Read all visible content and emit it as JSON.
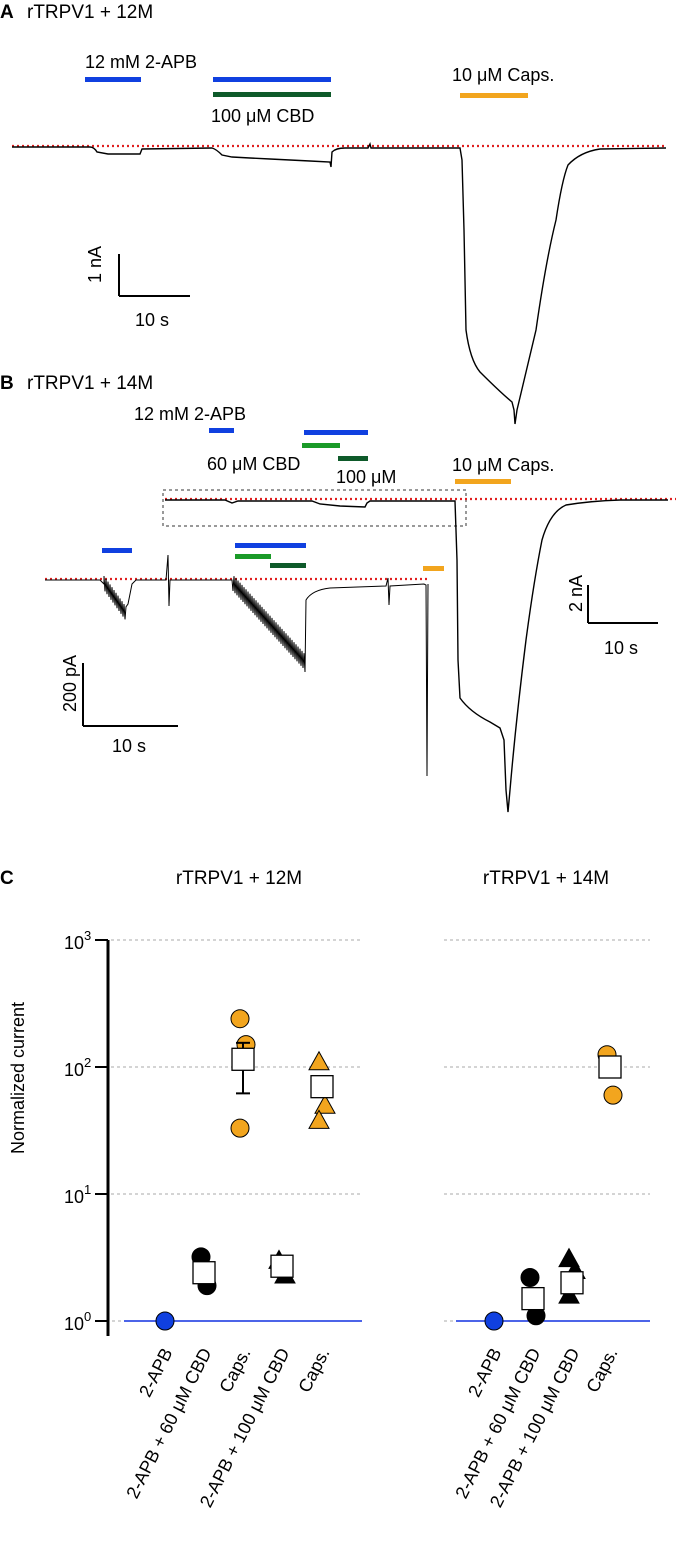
{
  "panel_a": {
    "letter": "A",
    "title": "rTRPV1 + 12M",
    "labels": {
      "apb": "12 mM 2-APB",
      "cbd": "100 μM CBD",
      "caps": "10 μM Caps."
    },
    "scale": {
      "y": "1 nA",
      "x": "10 s"
    }
  },
  "panel_b": {
    "letter": "B",
    "title": "rTRPV1 + 14M",
    "labels": {
      "apb": "12 mM 2-APB",
      "cbd60": "60 μM CBD",
      "cbd100": "100 μM",
      "caps": "10 μM Caps."
    },
    "scale_main": {
      "y": "2 nA",
      "x": "10 s"
    },
    "scale_inset": {
      "y": "200 pA",
      "x": "10 s"
    }
  },
  "colors": {
    "apb": "#1040e0",
    "cbd60": "#1a9a28",
    "cbd100": "#0e5a2a",
    "caps": "#f2a51e",
    "baseline": "#e02020",
    "line": "#1030e0"
  },
  "panel_c": {
    "letter": "C",
    "ylabel": "Normalized current",
    "yticks": [
      {
        "base": "10",
        "exp": "3"
      },
      {
        "base": "10",
        "exp": "2"
      },
      {
        "base": "10",
        "exp": "1"
      },
      {
        "base": "10",
        "exp": "0"
      }
    ]
  },
  "chart_data": [
    {
      "type": "scatter",
      "title": "rTRPV1 + 12M",
      "ylabel": "Normalized current",
      "yscale": "log",
      "ylim": [
        1,
        1000
      ],
      "categories": [
        "2-APB",
        "2-APB + 60 μM CBD",
        "Caps.",
        "2-APB + 100 μM CBD",
        "Caps."
      ],
      "series": [
        {
          "marker": "circle",
          "color": "#1040e0",
          "points": [
            {
              "category": "2-APB",
              "values": [
                1
              ]
            }
          ]
        },
        {
          "marker": "circle",
          "color": "#000000",
          "points": [
            {
              "category": "2-APB + 60 μM CBD",
              "values": [
                3.2,
                1.9
              ]
            }
          ]
        },
        {
          "marker": "circle",
          "color": "#f2a51e",
          "points": [
            {
              "category": "Caps.",
              "values": [
                240,
                150,
                33
              ]
            }
          ]
        },
        {
          "marker": "triangle",
          "color": "#000000",
          "points": [
            {
              "category": "2-APB + 100 μM CBD",
              "values": [
                3.0,
                2.3
              ]
            }
          ]
        },
        {
          "marker": "triangle",
          "color": "#f2a51e",
          "points": [
            {
              "category": "Caps.",
              "values": [
                110,
                50,
                38
              ]
            }
          ]
        }
      ],
      "means": [
        {
          "category": "2-APB + 60 μM CBD",
          "mean": 2.4
        },
        {
          "category": "Caps.",
          "mean": 115,
          "error": [
            62,
            155
          ]
        },
        {
          "category": "2-APB + 100 μM CBD",
          "mean": 2.7
        },
        {
          "category": "Caps.",
          "mean": 70
        }
      ],
      "reference_line": 1
    },
    {
      "type": "scatter",
      "title": "rTRPV1 + 14M",
      "yscale": "log",
      "ylim": [
        1,
        1000
      ],
      "categories": [
        "2-APB",
        "2-APB + 60 μM CBD",
        "2-APB + 100 μM CBD",
        "Caps."
      ],
      "series": [
        {
          "marker": "circle",
          "color": "#1040e0",
          "points": [
            {
              "category": "2-APB",
              "values": [
                1
              ]
            }
          ]
        },
        {
          "marker": "circle",
          "color": "#000000",
          "points": [
            {
              "category": "2-APB + 60 μM CBD",
              "values": [
                2.2,
                1.1
              ]
            }
          ]
        },
        {
          "marker": "triangle",
          "color": "#000000",
          "points": [
            {
              "category": "2-APB + 100 μM CBD",
              "values": [
                3.1,
                2.5,
                1.6
              ]
            }
          ]
        },
        {
          "marker": "circle",
          "color": "#f2a51e",
          "points": [
            {
              "category": "Caps.",
              "values": [
                125,
                60
              ]
            }
          ]
        }
      ],
      "means": [
        {
          "category": "2-APB + 60 μM CBD",
          "mean": 1.5
        },
        {
          "category": "2-APB + 100 μM CBD",
          "mean": 2.0
        },
        {
          "category": "Caps.",
          "mean": 100
        }
      ],
      "reference_line": 1
    }
  ]
}
